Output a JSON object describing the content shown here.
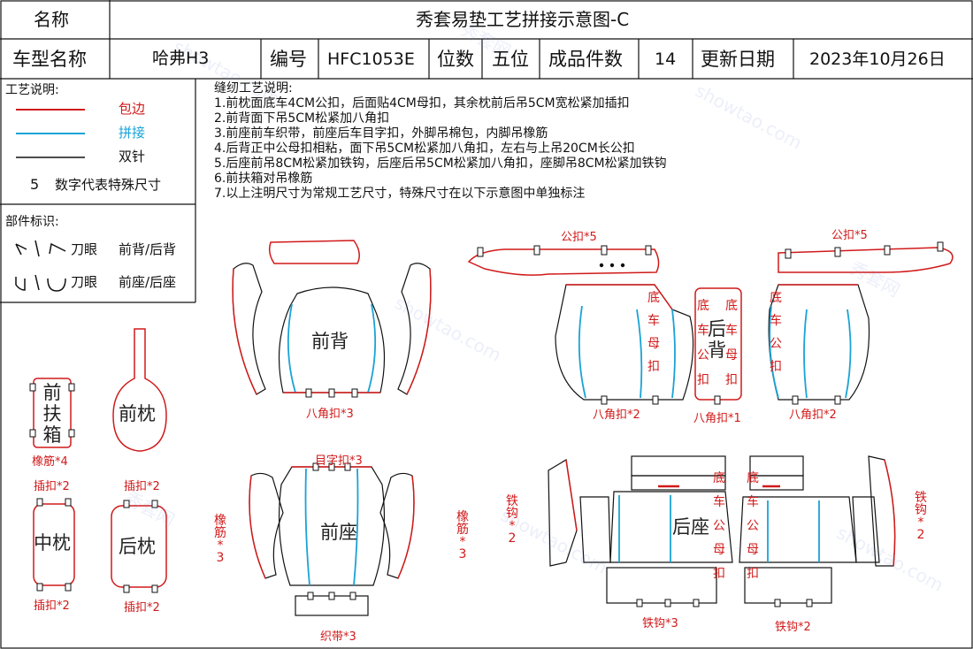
{
  "header": {
    "name_label": "名称",
    "title": "秀套易垫工艺拼接示意图-C"
  },
  "info_row": {
    "model_label": "车型名称",
    "model_value": "哈弗H3",
    "code_label": "编号",
    "code_value": "HFC1053E",
    "seats_label": "位数",
    "seats_value": "五位",
    "count_label": "成品件数",
    "count_value": "14",
    "date_label": "更新日期",
    "date_value": "2023年10月26日"
  },
  "legend": {
    "title": "工艺说明:",
    "items": [
      {
        "label": "包边",
        "color": "#d11a1a"
      },
      {
        "label": "拼接",
        "color": "#1aa3d6"
      },
      {
        "label": "双针",
        "color": "#111111"
      }
    ],
    "number_sample": "5",
    "number_desc": "数字代表特殊尺寸"
  },
  "parts_id": {
    "title": "部件标识:",
    "row1_knife": "刀眼",
    "row1_desc": "前背/后背",
    "row2_knife": "刀眼",
    "row2_desc": "前座/后座"
  },
  "sewing": {
    "title": "缝纫工艺说明:",
    "lines": [
      "1.前枕面底车4CM公扣，后面贴4CM母扣，其余枕前后吊5CM宽松紧加插扣",
      "2.前背面下吊5CM松紧加八角扣",
      "3.前座前车织带，前座后车目字扣，外脚吊棉包，内脚吊橡筋",
      "4.后背正中公母扣相粘，面下吊5CM松紧加八角扣，左右与上吊20CM长公扣",
      "5.后座前吊8CM松紧加铁钩，后座后吊5CM松紧加八角扣，座脚吊8CM松紧加铁钩",
      "6.前扶箱对吊橡筋",
      "7.以上注明尺寸为常规工艺尺寸，特殊尺寸在以下示意图中单独标注"
    ]
  },
  "pieces": {
    "front_armrest": "前扶箱",
    "front_armrest_note": "橡筋*4",
    "front_headrest": "前枕",
    "front_back": "前背",
    "front_back_note": "八角扣*3",
    "front_seat": "前座",
    "front_seat_top": "目字扣*3",
    "front_seat_bottom": "织带*3",
    "rubber_left": "橡筋*3",
    "rubber_right": "橡筋*3",
    "mid_headrest": "中枕",
    "rear_headrest": "后枕",
    "insert_buckle": "插扣*2",
    "rear_back": "后背",
    "rear_back_left_note": "八角扣*2",
    "rear_back_mid_note": "八角扣*1",
    "rear_back_right_note": "八角扣*2",
    "male_buckle_left": "公扣*5",
    "male_buckle_right": "公扣*5",
    "rear_seat": "后座",
    "iron_hook_left": "铁钩*2",
    "iron_hook_right": "铁钩*2",
    "iron_hook_bottom_left": "铁钩*3",
    "iron_hook_bottom_right": "铁钩*2",
    "vertical_bottom_sew": "底车母扣",
    "vertical_bottom_male": "底车公扣",
    "vertical_mid_left": "底车公扣",
    "vertical_mid_right": "底车母扣",
    "seat_vertical_left": "底车公母扣",
    "seat_vertical_right": "底车公母扣"
  },
  "watermark": {
    "text1": "showtao.com",
    "text2": "秀套网"
  },
  "colors": {
    "edge": "#d11a1a",
    "seam": "#1aa3d6",
    "double": "#111111"
  }
}
